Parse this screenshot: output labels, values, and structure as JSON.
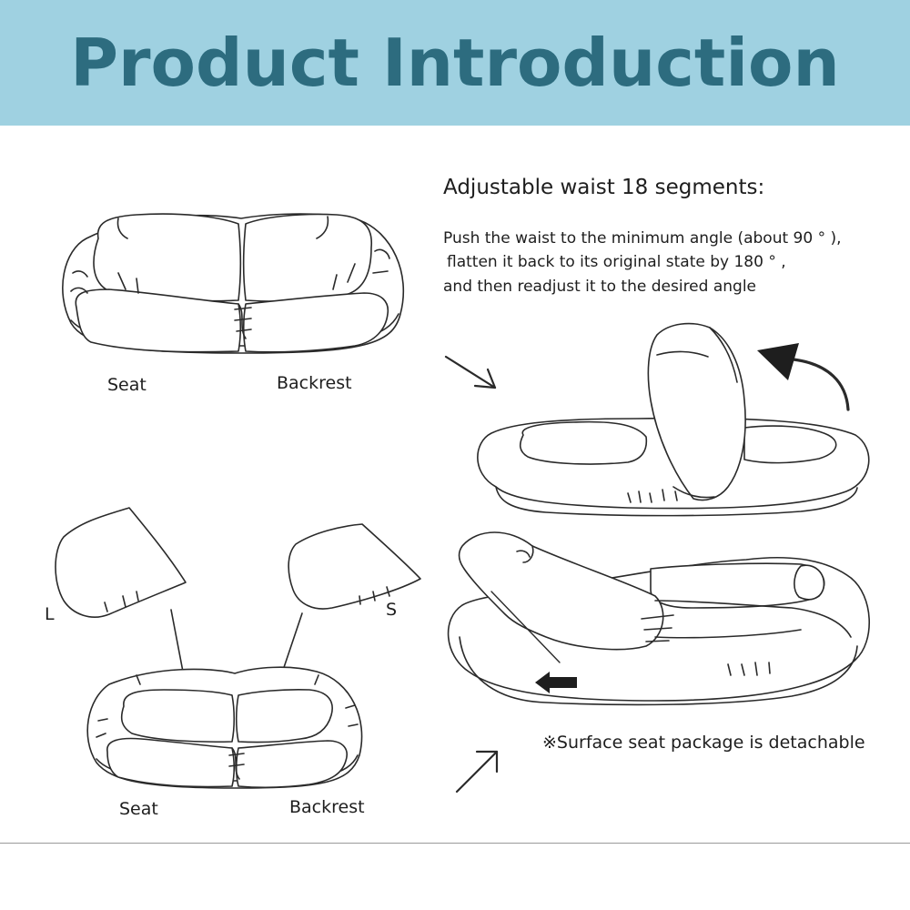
{
  "banner": {
    "title": "Product Introduction",
    "bg_color": "#9fd1e1",
    "text_color": "#2d6c7f"
  },
  "labels": {
    "top_seat": "Seat",
    "top_backrest": "Backrest",
    "pad_l": "L",
    "pad_s": "S",
    "bottom_seat": "Seat",
    "bottom_backrest": "Backrest"
  },
  "instructions": {
    "heading": "Adjustable waist 18 segments:",
    "line1": "Push the waist to the minimum angle (about 90 ° ),",
    "line2": "flatten it back to its original state by 180 ° ,",
    "line3": "and then readjust it to the desired angle"
  },
  "note": "※Surface seat package is detachable",
  "icons": [
    "arrow-down-right-icon",
    "curved-arrow-up-icon",
    "arrow-left-icon",
    "arrow-up-right-icon"
  ]
}
